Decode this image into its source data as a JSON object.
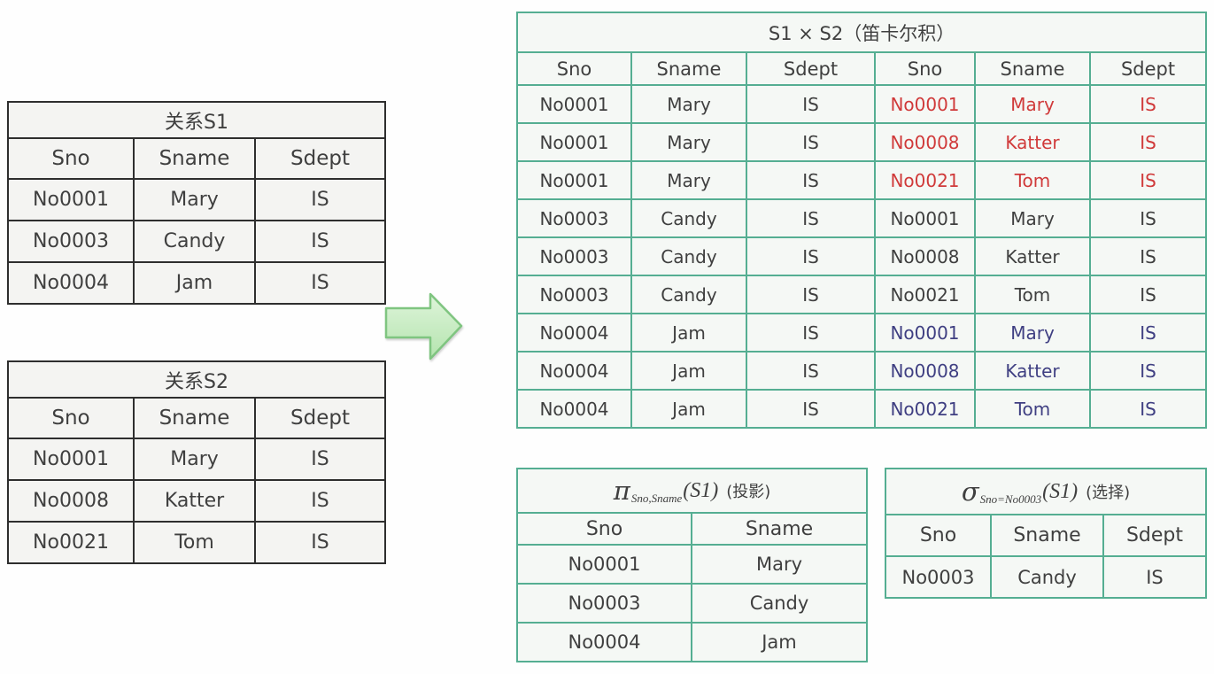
{
  "colors": {
    "green_border": "#55ae92",
    "dark_border": "#2e2e2e",
    "text": "#3f3f3f",
    "highlight_red": "#d03a3a",
    "highlight_navy": "#3f3f82",
    "arrow_fill_top": "#def4da",
    "arrow_fill_bottom": "#b4e4ae",
    "arrow_border": "#7fc580"
  },
  "relation_s1": {
    "title": "关系S1",
    "headers": [
      "Sno",
      "Sname",
      "Sdept"
    ],
    "rows": [
      [
        "No0001",
        "Mary",
        "IS"
      ],
      [
        "No0003",
        "Candy",
        "IS"
      ],
      [
        "No0004",
        "Jam",
        "IS"
      ]
    ]
  },
  "relation_s2": {
    "title": "关系S2",
    "headers": [
      "Sno",
      "Sname",
      "Sdept"
    ],
    "rows": [
      [
        "No0001",
        "Mary",
        "IS"
      ],
      [
        "No0008",
        "Katter",
        "IS"
      ],
      [
        "No0021",
        "Tom",
        "IS"
      ]
    ]
  },
  "product": {
    "title": "S1 × S2（笛卡尔积）",
    "headers": [
      "Sno",
      "Sname",
      "Sdept",
      "Sno",
      "Sname",
      "Sdept"
    ],
    "rows": [
      {
        "left": [
          "No0001",
          "Mary",
          "IS"
        ],
        "right": [
          "No0001",
          "Mary",
          "IS"
        ],
        "variant": "red"
      },
      {
        "left": [
          "No0001",
          "Mary",
          "IS"
        ],
        "right": [
          "No0008",
          "Katter",
          "IS"
        ],
        "variant": "red"
      },
      {
        "left": [
          "No0001",
          "Mary",
          "IS"
        ],
        "right": [
          "No0021",
          "Tom",
          "IS"
        ],
        "variant": "red"
      },
      {
        "left": [
          "No0003",
          "Candy",
          "IS"
        ],
        "right": [
          "No0001",
          "Mary",
          "IS"
        ],
        "variant": "black"
      },
      {
        "left": [
          "No0003",
          "Candy",
          "IS"
        ],
        "right": [
          "No0008",
          "Katter",
          "IS"
        ],
        "variant": "black"
      },
      {
        "left": [
          "No0003",
          "Candy",
          "IS"
        ],
        "right": [
          "No0021",
          "Tom",
          "IS"
        ],
        "variant": "black"
      },
      {
        "left": [
          "No0004",
          "Jam",
          "IS"
        ],
        "right": [
          "No0001",
          "Mary",
          "IS"
        ],
        "variant": "navy"
      },
      {
        "left": [
          "No0004",
          "Jam",
          "IS"
        ],
        "right": [
          "No0008",
          "Katter",
          "IS"
        ],
        "variant": "navy"
      },
      {
        "left": [
          "No0004",
          "Jam",
          "IS"
        ],
        "right": [
          "No0021",
          "Tom",
          "IS"
        ],
        "variant": "navy"
      }
    ]
  },
  "projection": {
    "symbol": "π",
    "subscript": "Sno,Sname",
    "argument": "(S1)",
    "note": "(投影)",
    "headers": [
      "Sno",
      "Sname"
    ],
    "rows": [
      [
        "No0001",
        "Mary"
      ],
      [
        "No0003",
        "Candy"
      ],
      [
        "No0004",
        "Jam"
      ]
    ]
  },
  "selection": {
    "symbol": "σ",
    "subscript": "Sno=No0003",
    "argument": "(S1)",
    "note": "(选择)",
    "headers": [
      "Sno",
      "Sname",
      "Sdept"
    ],
    "rows": [
      [
        "No0003",
        "Candy",
        "IS"
      ]
    ]
  }
}
